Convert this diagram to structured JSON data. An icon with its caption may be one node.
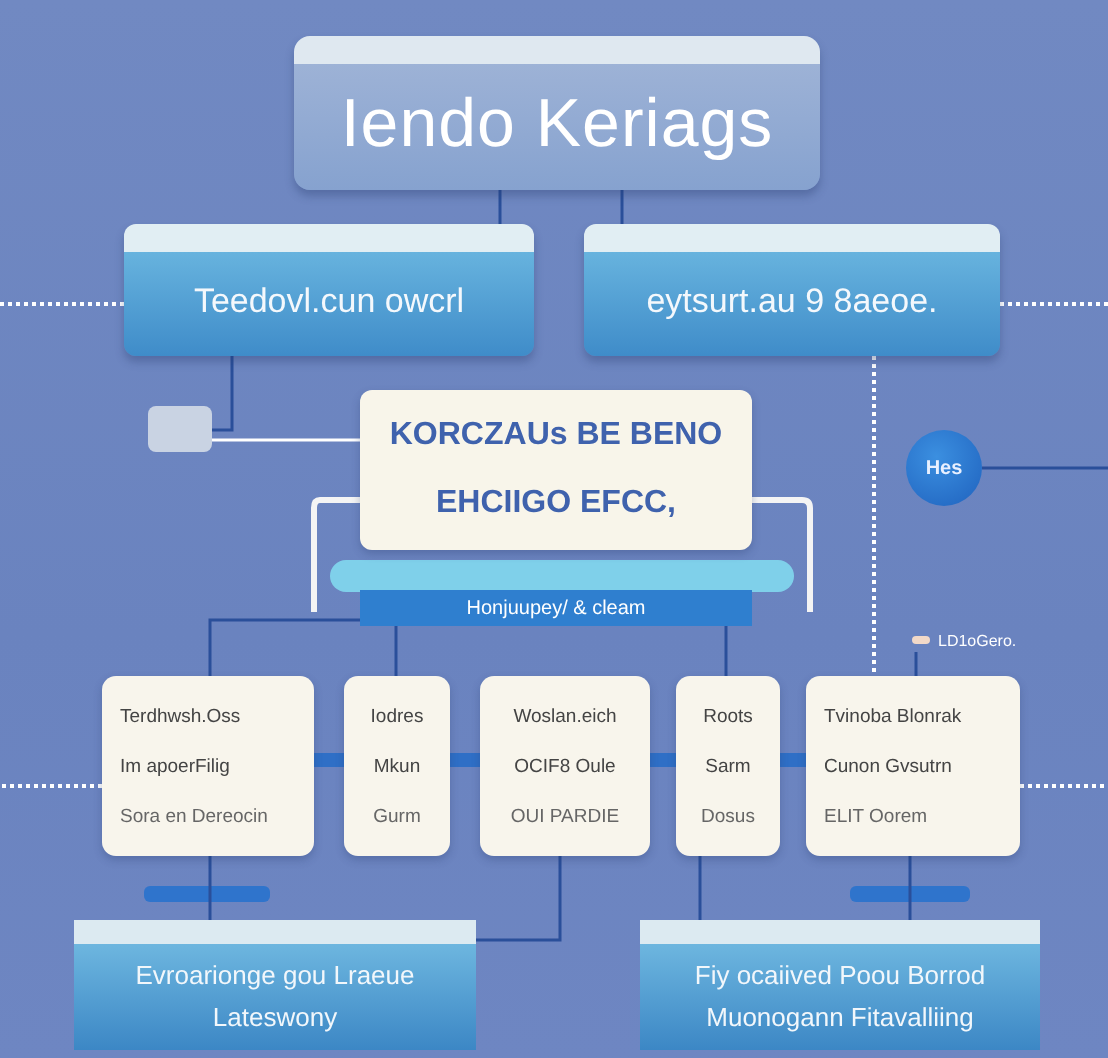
{
  "diagram": {
    "nodes": [
      {
        "text": [
          "Iendo Keriags"
        ]
      },
      {
        "text": [
          "Teedovl.cun owcrl"
        ]
      },
      {
        "text": [
          "eytsurt.au 9 8aeoe."
        ]
      },
      {
        "text": [
          "KORCZAUs BE BENO",
          "EHCIIGO EFCC,"
        ]
      },
      {
        "text": [
          "Honjuupey/ & cleam"
        ]
      },
      {
        "text": [],
        "shape": "box"
      },
      {
        "text": [
          "Hes"
        ]
      },
      {
        "text": [
          "LD1oGero."
        ]
      },
      {
        "text": [
          "Terdhwsh.Oss",
          "Im apoerFilig",
          "Sora en Dereocin"
        ]
      },
      {
        "text": [
          "Iodres",
          "Mkun",
          "Gurm"
        ]
      },
      {
        "text": [
          "Woslan.eich",
          "OCIF8 Oule",
          "OUI PARDIE"
        ]
      },
      {
        "text": [
          "Roots",
          "Sarm",
          "Dosus"
        ]
      },
      {
        "text": [
          "Tvinoba Blonrak",
          "Cunon Gvsutrn",
          "ELIT Oorem"
        ]
      },
      {
        "text": [
          "Evroarionge gou Lraeue Lateswony"
        ]
      },
      {
        "text": [
          "Fiy ocaiived Poou Borrod Muonogann Fitavalliing"
        ]
      }
    ],
    "edges": [
      {
        "from": 0,
        "to": 1,
        "arrow": "none"
      },
      {
        "from": 0,
        "to": 2,
        "arrow": "none"
      },
      {
        "from": 1,
        "to": null,
        "arrow": "none",
        "style": "dashed",
        "color": "#ffffff"
      },
      {
        "from": 2,
        "to": null,
        "arrow": "none",
        "style": "dashed",
        "color": "#ffffff"
      },
      {
        "from": 1,
        "to": 5,
        "arrow": "none"
      },
      {
        "from": 5,
        "to": 3,
        "arrow": "none",
        "color": "#ffffff"
      },
      {
        "from": 6,
        "to": null,
        "arrow": "none"
      },
      {
        "from": 2,
        "to": 12,
        "arrow": "none",
        "style": "dashed",
        "color": "#ffffff"
      },
      {
        "from": 7,
        "to": 12,
        "arrow": "none"
      },
      {
        "from": 4,
        "to": 8,
        "arrow": "none"
      },
      {
        "from": 4,
        "to": 9,
        "arrow": "none"
      },
      {
        "from": 4,
        "to": 11,
        "arrow": "none"
      },
      {
        "from": 8,
        "to": 9,
        "arrow": "none",
        "style": "thick",
        "color": "#2f6fc6"
      },
      {
        "from": 9,
        "to": 10,
        "arrow": "none",
        "style": "thick",
        "color": "#2f6fc6"
      },
      {
        "from": 10,
        "to": 11,
        "arrow": "none",
        "style": "thick",
        "color": "#2f6fc6"
      },
      {
        "from": 11,
        "to": 12,
        "arrow": "none",
        "style": "thick",
        "color": "#2f6fc6"
      },
      {
        "from": 8,
        "to": null,
        "arrow": "none",
        "style": "dashed",
        "color": "#ffffff"
      },
      {
        "from": 12,
        "to": null,
        "arrow": "none",
        "style": "dashed",
        "color": "#ffffff"
      },
      {
        "from": 8,
        "to": 13,
        "arrow": "none"
      },
      {
        "from": 10,
        "to": 13,
        "arrow": "none"
      },
      {
        "from": 11,
        "to": 14,
        "arrow": "none"
      },
      {
        "from": 12,
        "to": 14,
        "arrow": "none"
      }
    ]
  }
}
